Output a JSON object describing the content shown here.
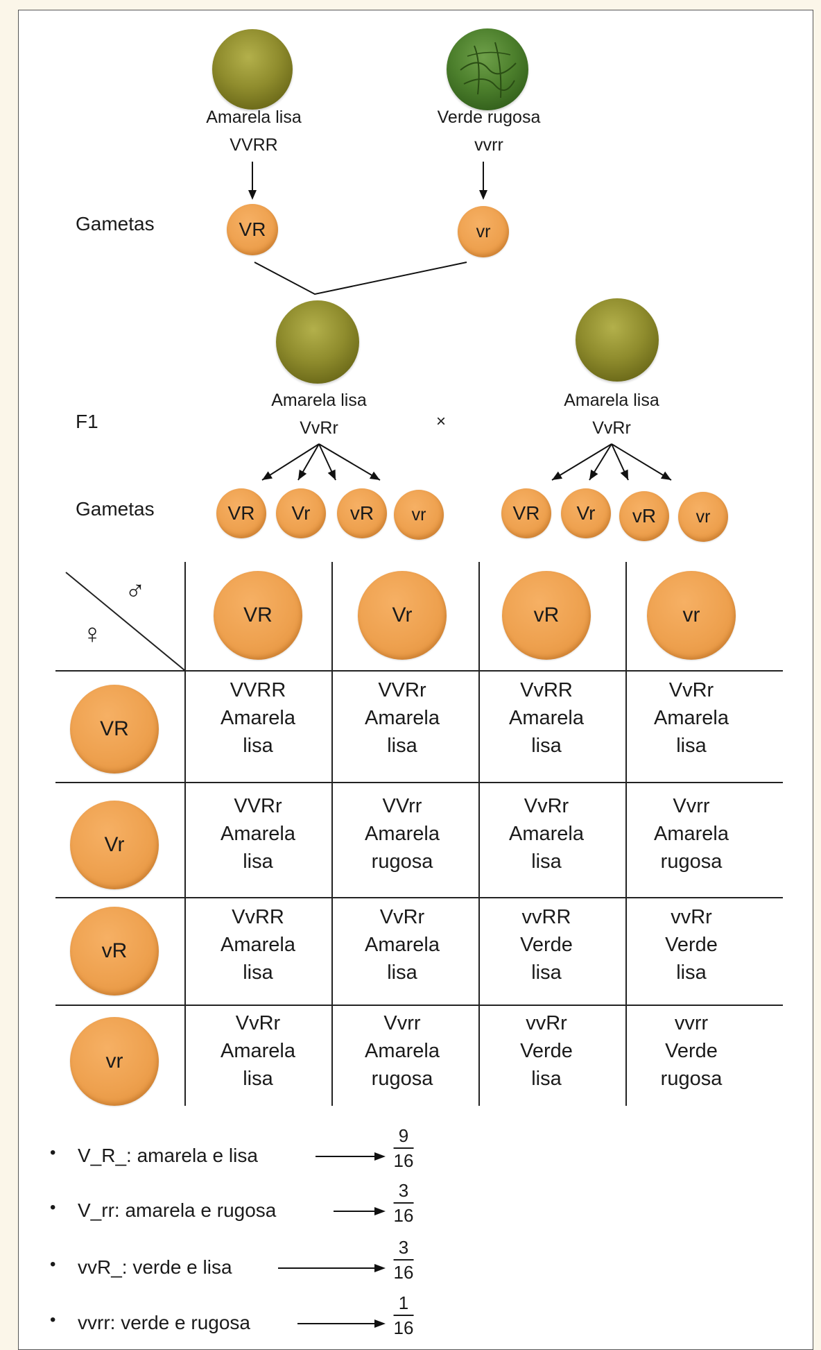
{
  "parents": [
    {
      "phenotype": "Amarela lisa",
      "genotype": "VVRR",
      "gamete": "VR"
    },
    {
      "phenotype": "Verde rugosa",
      "genotype": "vvrr",
      "gamete": "vr"
    }
  ],
  "labels": {
    "gametes": "Gametas",
    "f1": "F1",
    "cross": "×",
    "male": "♂",
    "female": "♀"
  },
  "f1": [
    {
      "phenotype": "Amarela lisa",
      "genotype": "VvRr"
    },
    {
      "phenotype": "Amarela lisa",
      "genotype": "VvRr"
    }
  ],
  "f1_gametes": [
    "VR",
    "Vr",
    "vR",
    "vr"
  ],
  "grid": {
    "columns": [
      "VR",
      "Vr",
      "vR",
      "vr"
    ],
    "rows": [
      {
        "gamete": "VR",
        "cells": [
          {
            "genotype": "VVRR",
            "color": "Amarela",
            "texture": "lisa"
          },
          {
            "genotype": "VVRr",
            "color": "Amarela",
            "texture": "lisa"
          },
          {
            "genotype": "VvRR",
            "color": "Amarela",
            "texture": "lisa"
          },
          {
            "genotype": "VvRr",
            "color": "Amarela",
            "texture": "lisa"
          }
        ]
      },
      {
        "gamete": "Vr",
        "cells": [
          {
            "genotype": "VVRr",
            "color": "Amarela",
            "texture": "lisa"
          },
          {
            "genotype": "VVrr",
            "color": "Amarela",
            "texture": "rugosa"
          },
          {
            "genotype": "VvRr",
            "color": "Amarela",
            "texture": "lisa"
          },
          {
            "genotype": "Vvrr",
            "color": "Amarela",
            "texture": "rugosa"
          }
        ]
      },
      {
        "gamete": "vR",
        "cells": [
          {
            "genotype": "VvRR",
            "color": "Amarela",
            "texture": "lisa"
          },
          {
            "genotype": "VvRr",
            "color": "Amarela",
            "texture": "lisa"
          },
          {
            "genotype": "vvRR",
            "color": "Verde",
            "texture": "lisa"
          },
          {
            "genotype": "vvRr",
            "color": "Verde",
            "texture": "lisa"
          }
        ]
      },
      {
        "gamete": "vr",
        "cells": [
          {
            "genotype": "VvRr",
            "color": "Amarela",
            "texture": "lisa"
          },
          {
            "genotype": "Vvrr",
            "color": "Amarela",
            "texture": "rugosa"
          },
          {
            "genotype": "vvRr",
            "color": "Verde",
            "texture": "lisa"
          },
          {
            "genotype": "vvrr",
            "color": "Verde",
            "texture": "rugosa"
          }
        ]
      }
    ]
  },
  "summary": [
    {
      "text": "V_R_: amarela e lisa",
      "num": "9",
      "den": "16"
    },
    {
      "text": "V_rr: amarela e rugosa",
      "num": "3",
      "den": "16"
    },
    {
      "text": "vvR_: verde e lisa",
      "num": "3",
      "den": "16"
    },
    {
      "text": "vvrr: verde e rugosa",
      "num": "1",
      "den": "16"
    }
  ],
  "colors": {
    "gamete": "#eea14f",
    "pea_yellow": "#8f8c2d",
    "pea_green": "#4c7f2c",
    "frame": "#555555"
  }
}
